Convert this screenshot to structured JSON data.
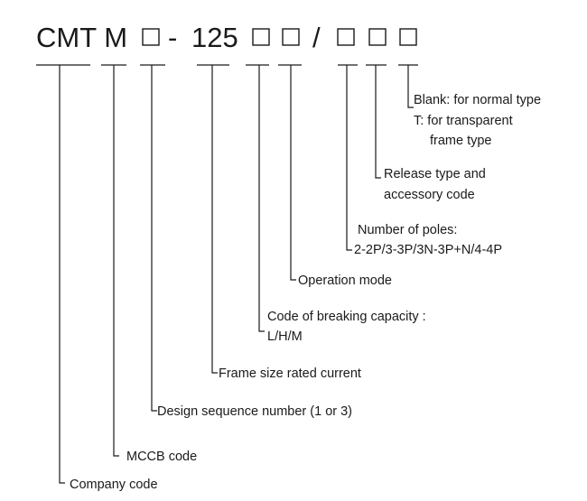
{
  "code": {
    "prefix": "CMT M",
    "dash": "-",
    "rating": "125",
    "slash": "/"
  },
  "labels": {
    "blank_normal": "Blank: for normal type",
    "transparent_1": "T: for transparent",
    "transparent_2": "frame type",
    "release_1": "Release type and",
    "release_2": "accessory code",
    "poles_1": "Number of poles:",
    "poles_2": "2-2P/3-3P/3N-3P+N/4-4P",
    "operation": "Operation mode",
    "breaking_1": "Code of breaking capacity :",
    "breaking_2": "L/H/M",
    "frame_size": "Frame size rated current",
    "design_seq": "Design sequence number (1 or 3)",
    "mccb": "MCCB code",
    "company": "Company code"
  }
}
